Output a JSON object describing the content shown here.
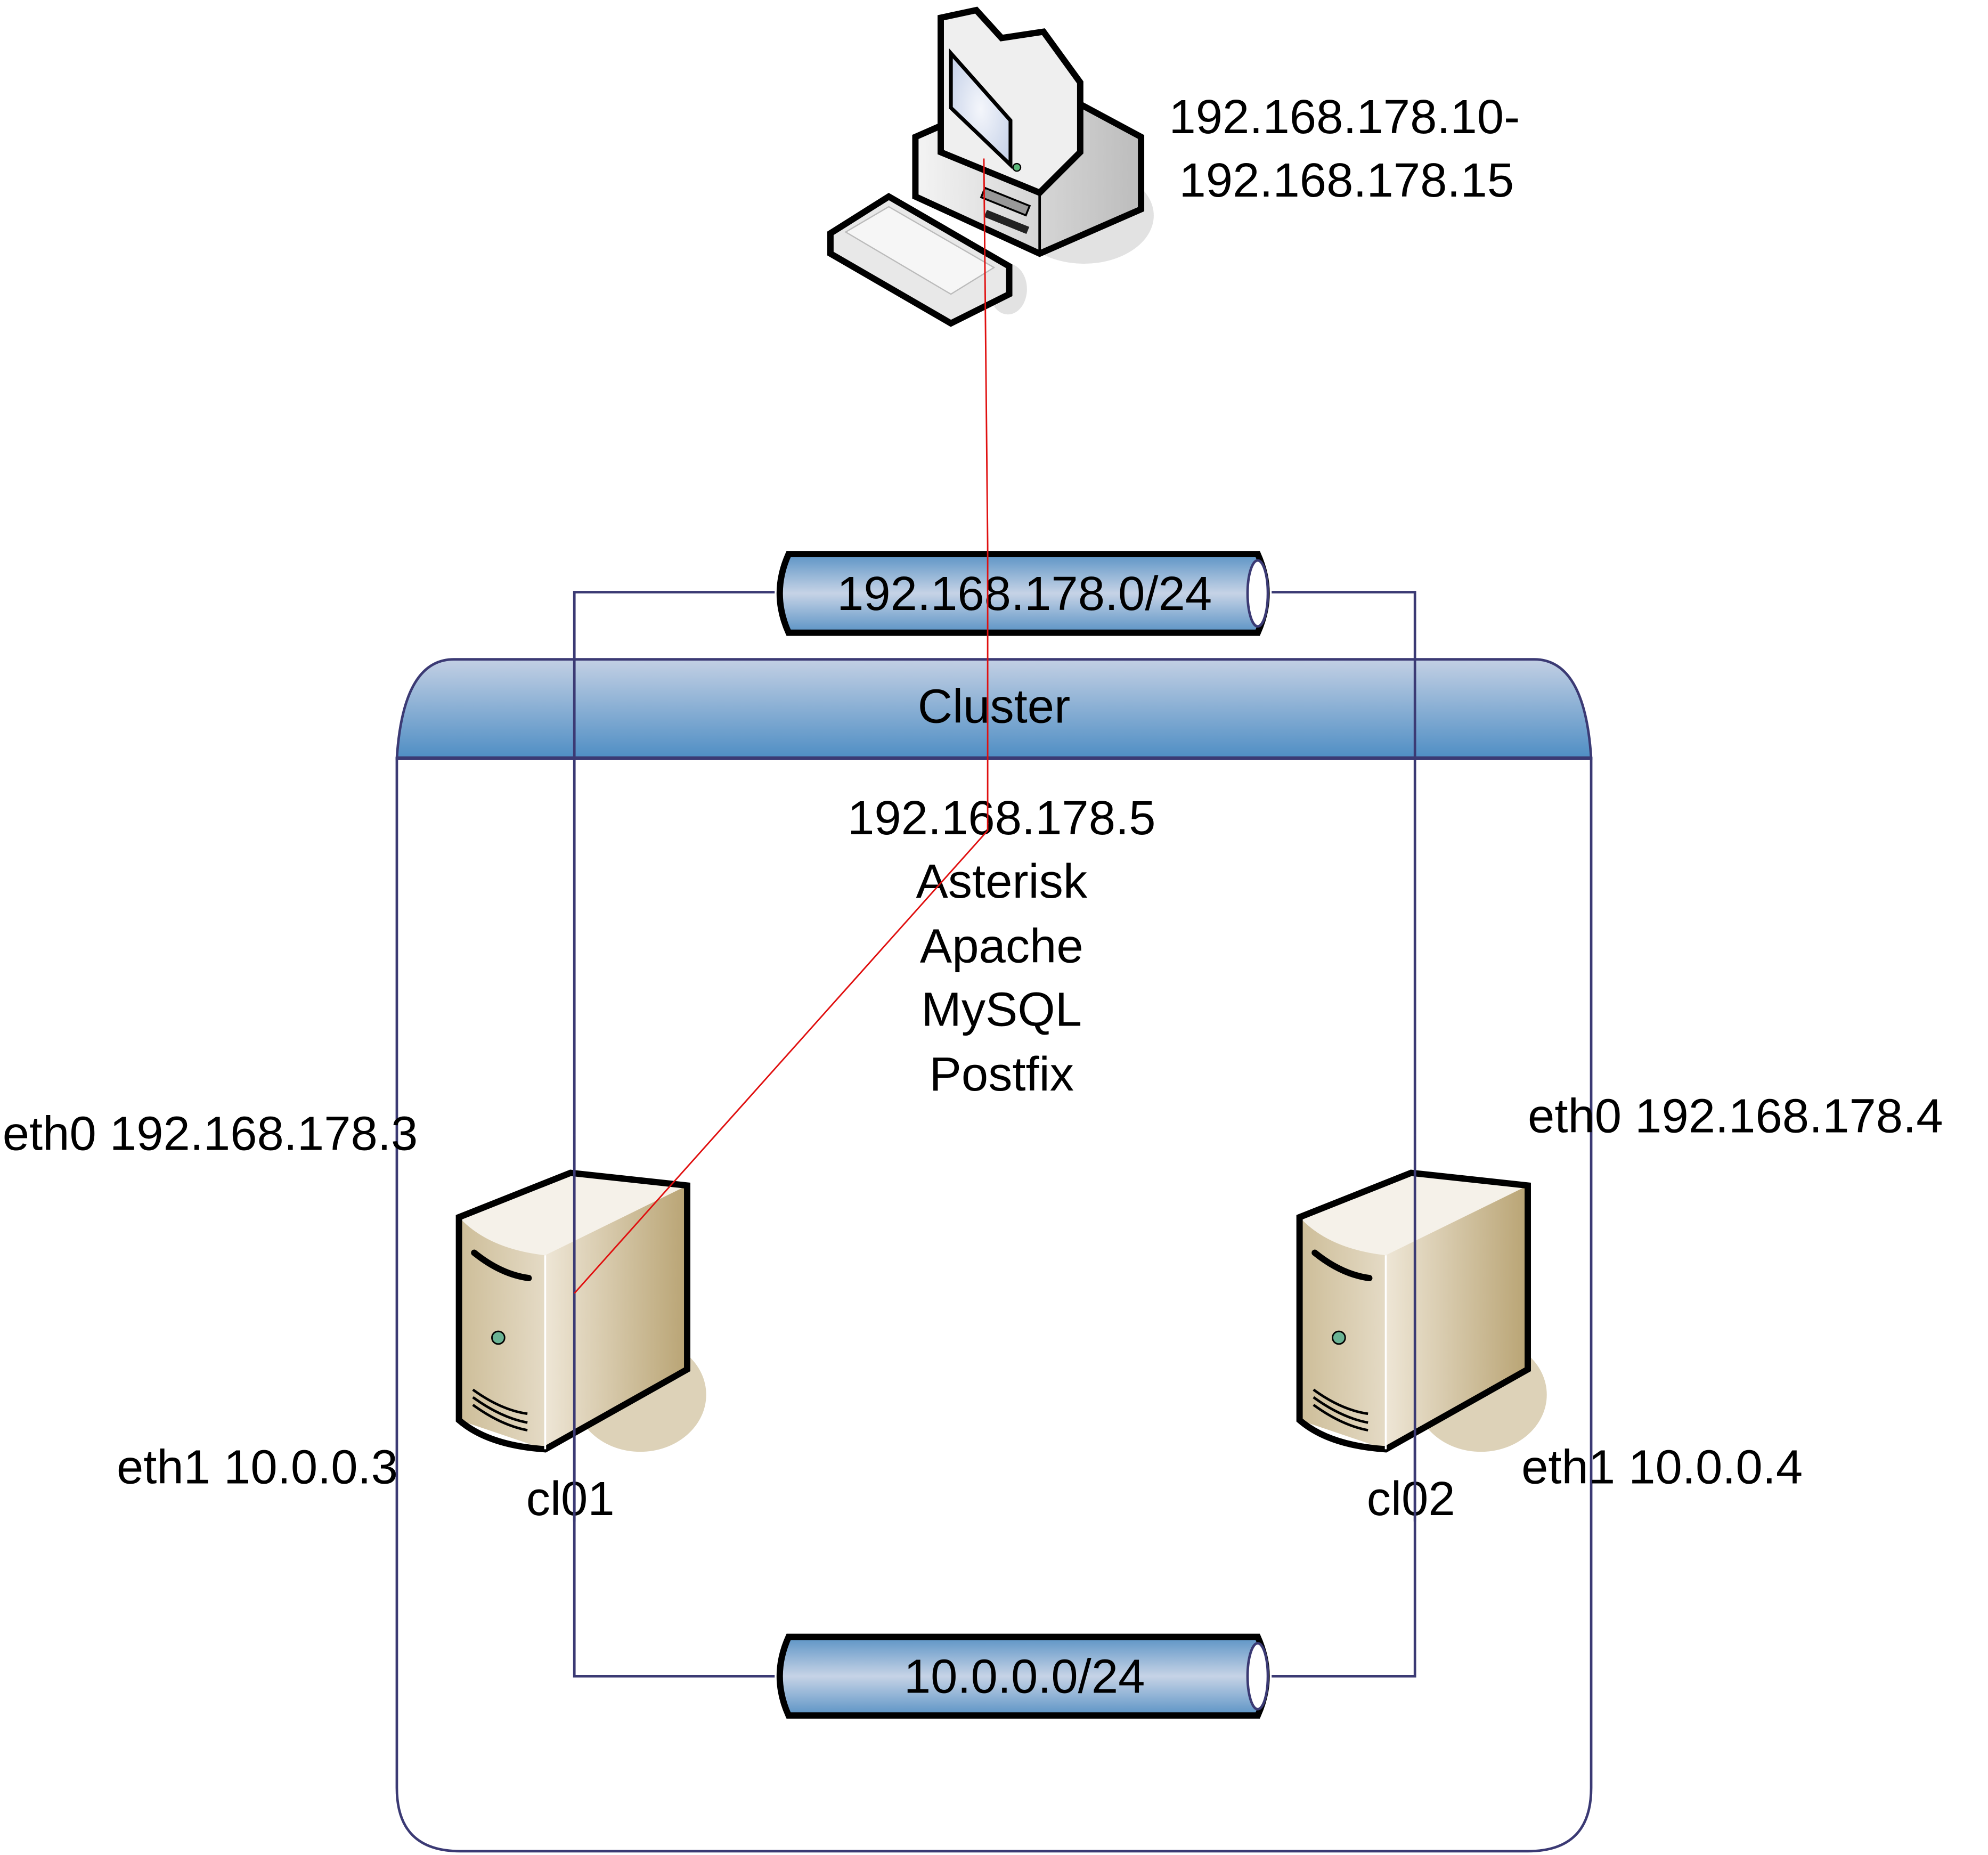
{
  "workstation": {
    "ip_range_line1": "192.168.178.10-",
    "ip_range_line2": "192.168.178.15"
  },
  "networks": {
    "public": {
      "label": "192.168.178.0/24"
    },
    "private": {
      "label": "10.0.0.0/24"
    }
  },
  "cluster": {
    "title": "Cluster",
    "virtual_ip": "192.168.178.5",
    "services": [
      "Asterisk",
      "Apache",
      "MySQL",
      "Postfix"
    ]
  },
  "nodes": [
    {
      "name": "cl01",
      "eth0": "eth0 192.168.178.3",
      "eth1": "eth1 10.0.0.3"
    },
    {
      "name": "cl02",
      "eth0": "eth0 192.168.178.4",
      "eth1": "eth1 10.0.0.4"
    }
  ],
  "colors": {
    "link": "#3b3a74",
    "virtual_link": "#e01010",
    "header_top": "#c3d0e4",
    "header_bottom": "#4f8ec4"
  }
}
